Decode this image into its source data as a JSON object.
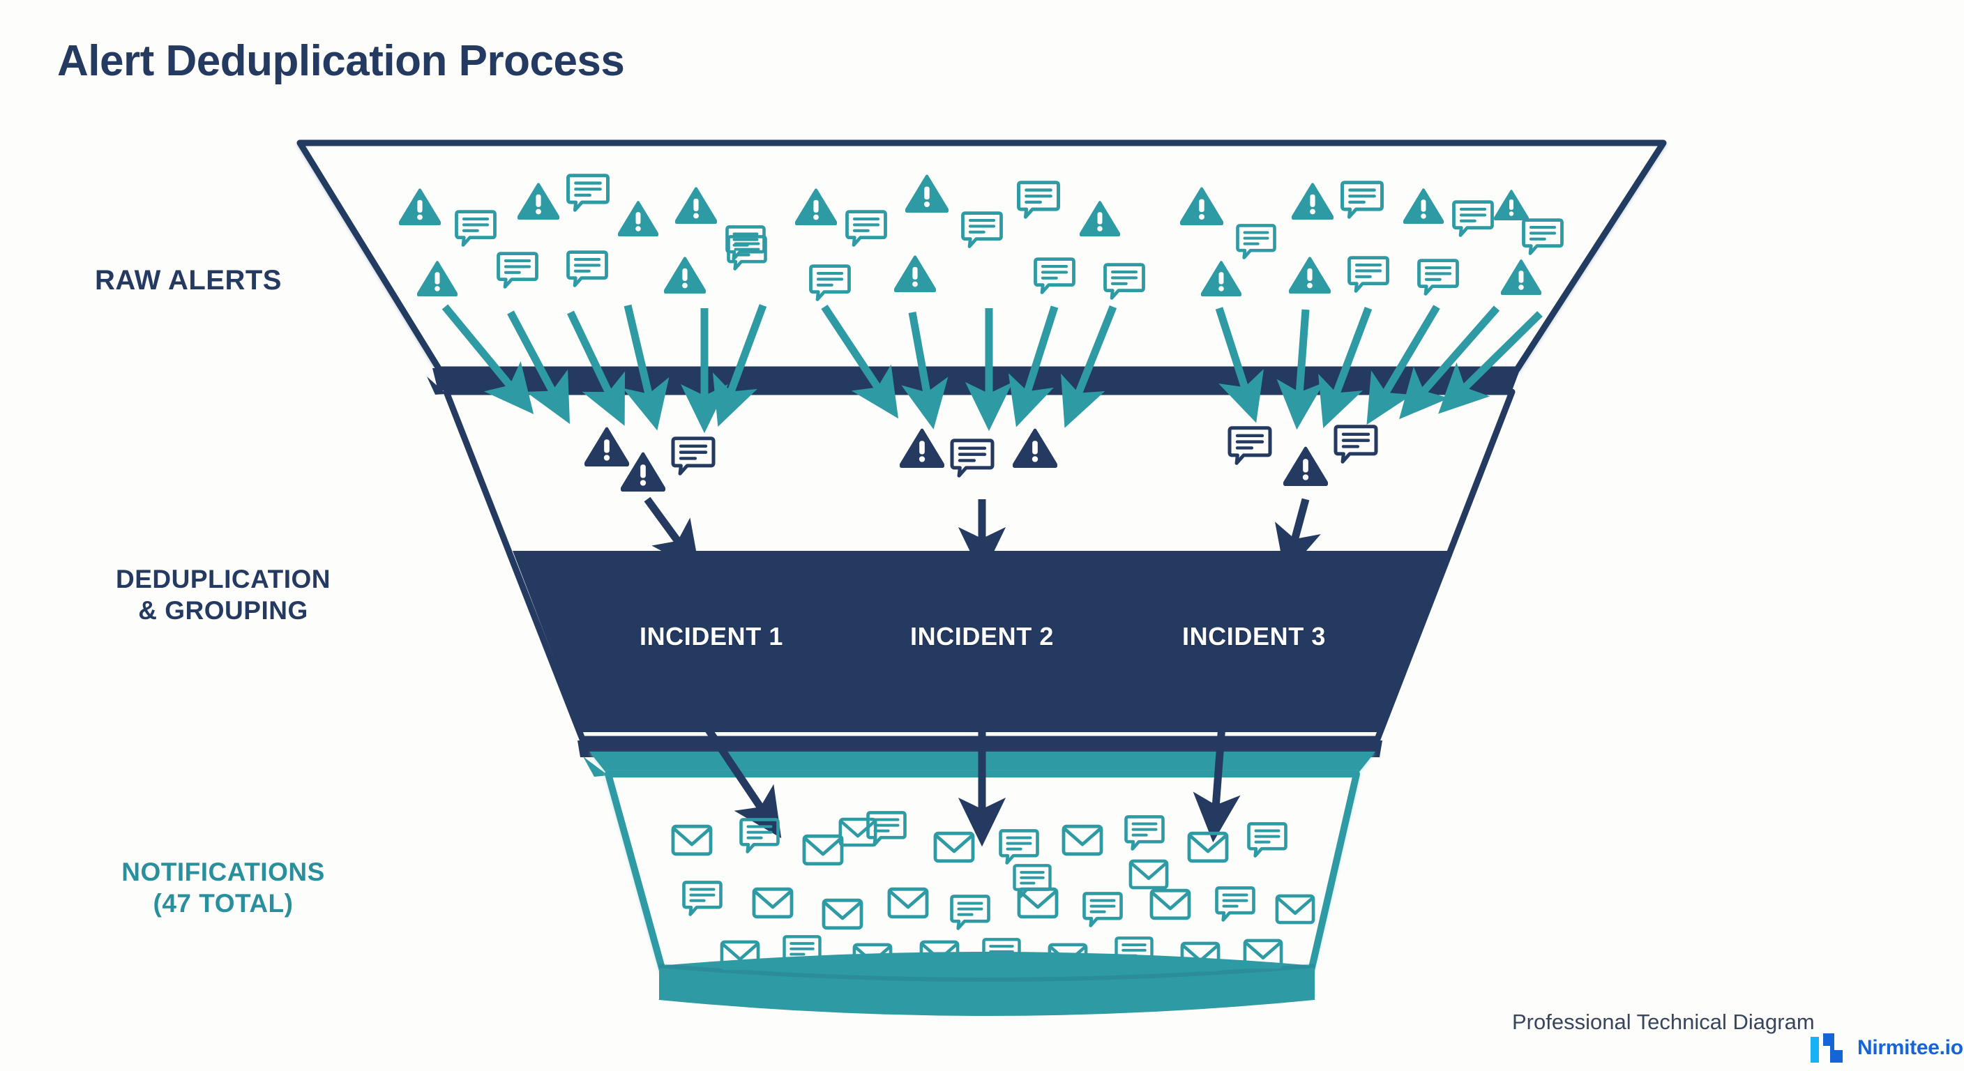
{
  "title": "Alert Deduplication Process",
  "colors": {
    "navy": "#243a61",
    "navy_dark": "#1d2f50",
    "teal": "#2e9aa4",
    "teal_dark": "#257f8c",
    "background": "#fdfdfb",
    "brand_blue": "#1565d8",
    "brand_cyan": "#17b1f5",
    "box_fill": "#243a61",
    "white": "#ffffff"
  },
  "stages": [
    {
      "id": "raw-alerts",
      "label": "RAW ALERTS",
      "color": "#243a61",
      "icon_kinds": [
        "warning-triangle",
        "chat-bubble"
      ],
      "icon_color": "#2e9aa4",
      "icon_count": 30,
      "arrow_count": 17
    },
    {
      "id": "deduplication-grouping",
      "label": "DEDUPLICATION\n& GROUPING",
      "label_line1": "DEDUPLICATION",
      "label_line2": "& GROUPING",
      "color": "#243a61",
      "icon_kinds": [
        "warning-triangle",
        "chat-bubble"
      ],
      "icon_color": "#243a61",
      "icon_count": 9,
      "arrow_count": 3
    },
    {
      "id": "notifications",
      "label": "NOTIFICATIONS\n(47 TOTAL)",
      "label_line1": "NOTIFICATIONS",
      "label_line2": "(47 TOTAL)",
      "total": 47,
      "color": "#2a8f9c",
      "icon_kinds": [
        "envelope",
        "chat-bubble"
      ],
      "icon_color": "#2e9aa4",
      "icon_count": 33
    }
  ],
  "incidents": [
    {
      "label": "INCIDENT 1"
    },
    {
      "label": "INCIDENT 2"
    },
    {
      "label": "INCIDENT 3"
    }
  ],
  "footer": {
    "caption": "Professional Technical Diagram",
    "brand_name": "Nirmitee.io"
  },
  "chart_data": {
    "type": "diagram",
    "subtype": "funnel",
    "title": "Alert Deduplication Process",
    "stages": [
      {
        "name": "RAW ALERTS",
        "item_count": 30,
        "item_types": [
          "alert",
          "message"
        ]
      },
      {
        "name": "DEDUPLICATION & GROUPING",
        "item_count": 9,
        "groups": 3,
        "group_labels": [
          "INCIDENT 1",
          "INCIDENT 2",
          "INCIDENT 3"
        ]
      },
      {
        "name": "NOTIFICATIONS",
        "value": 47,
        "value_label": "(47 TOTAL)"
      }
    ]
  }
}
